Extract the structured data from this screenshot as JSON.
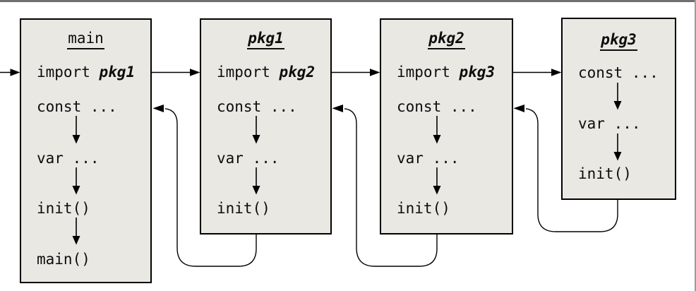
{
  "diagram_title": "go-package-initialization-order",
  "colors": {
    "box_fill": "#e9e8e3",
    "box_border": "#000000",
    "line": "#000000",
    "frame_top_rule": "#6f6f6f",
    "frame_right_rule": "#9c9c9c",
    "text": "#0d0d0d",
    "background": "#ffffff"
  },
  "boxes": [
    {
      "title": "main",
      "import_keyword": "import",
      "import_package": "pkg1",
      "steps": [
        "const ...",
        "var ...",
        "init()",
        "main()"
      ]
    },
    {
      "title": "pkg1",
      "import_keyword": "import",
      "import_package": "pkg2",
      "steps": [
        "const ...",
        "var ...",
        "init()"
      ]
    },
    {
      "title": "pkg2",
      "import_keyword": "import",
      "import_package": "pkg3",
      "steps": [
        "const ...",
        "var ...",
        "init()"
      ]
    },
    {
      "title": "pkg3",
      "steps": [
        "const ...",
        "var ...",
        "init()"
      ]
    }
  ]
}
